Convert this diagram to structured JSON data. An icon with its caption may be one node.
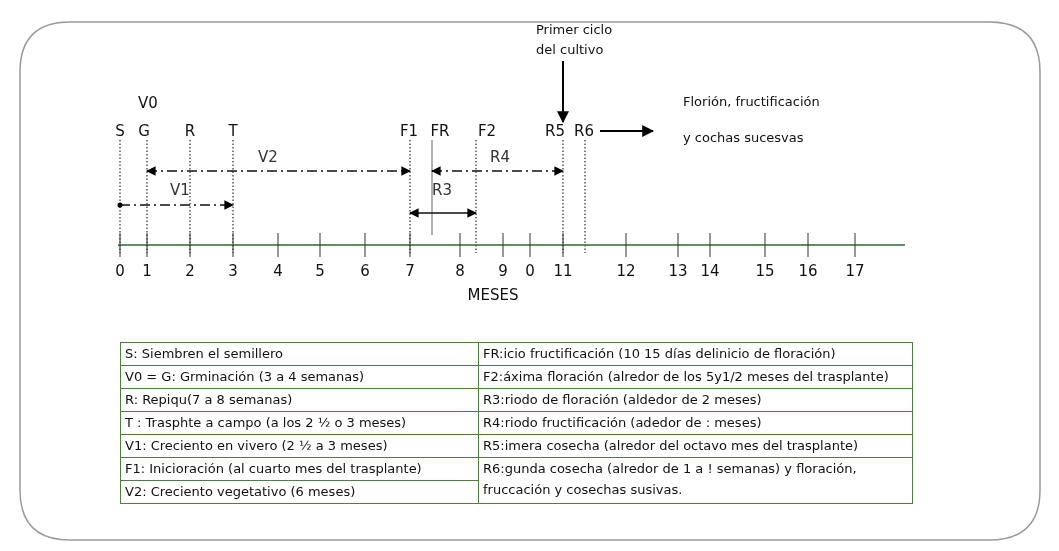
{
  "diagram": {
    "nodes": [
      {
        "text": [
          "Primer ciclo del cultivo"
        ]
      },
      {
        "text": [
          "R5"
        ]
      },
      {
        "text": [
          "R6"
        ]
      },
      {
        "text": [
          "Florión, fructificación",
          "y cochas sucesvas"
        ]
      }
    ],
    "edges": [
      {
        "from": 0,
        "to": 1,
        "arrow": "to"
      },
      {
        "from": 2,
        "to": 3,
        "arrow": "to"
      }
    ],
    "labels": [
      "V0",
      "S",
      "G",
      "R",
      "T",
      "F1",
      "FR",
      "F2",
      "V2",
      "R4",
      "V1",
      "R3",
      "0",
      "1",
      "2",
      "3",
      "4",
      "5",
      "6",
      "7",
      "8",
      "9",
      "0",
      "11",
      "12",
      "13",
      "14",
      "15",
      "16",
      "17",
      "MESES",
      "S: Siembren el semillero",
      "FR:icio fructificación (10 15 días delinicio de floración)",
      "V0 = G: Grminación (3 a 4 semanas)",
      "F2:áxima floración (alredor de los 5y1/2 meses del trasplante)",
      "R: Repiqu(7 a 8 semanas)",
      "R3:riodo de floración (aldedor de 2 meses)",
      "T : Trasphte a campo (a los 2 ½ o 3 meses)",
      "R4:riodo fructificación (adedor de : meses)",
      "V1: Creciento en vivero (2 ½ a 3 meses)",
      "R5:imera cosecha (alredor del octavo mes del trasplante)",
      "F1: Inicioración (al cuarto mes del trasplante)",
      "R6:gunda cosecha (alredor de 1 a ! semanas) y floración, fruccación y cosechas susivas.",
      "V2: Creciento vegetativo (6 meses)"
    ]
  }
}
